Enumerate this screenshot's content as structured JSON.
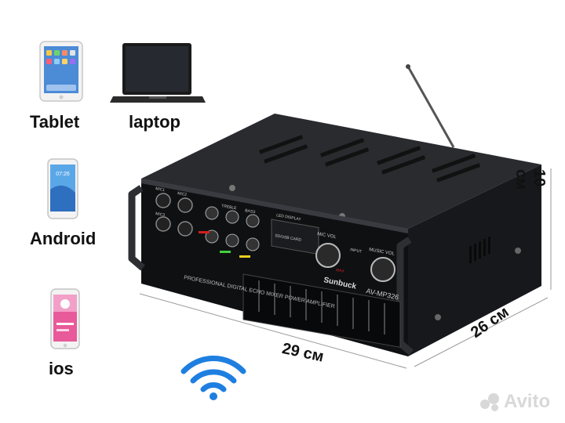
{
  "devices": {
    "tablet": "Tablet",
    "laptop": "laptop",
    "android": "Android",
    "ios": "ios"
  },
  "dimensions": {
    "width": "29 см",
    "depth": "26 см",
    "height": "10 см"
  },
  "product": {
    "brand": "Sunbuck",
    "model": "AV-MP326",
    "front_caption": "PROFESSIONAL DIGITAL ECHO MIXER POWER AMPLIFIER",
    "labels": {
      "mic1": "MIC1",
      "mic2": "MIC2",
      "mic3": "MIC3",
      "mic_vol": "MIC VOL",
      "music_vol": "MUSIC VOL",
      "treble": "TREBLE",
      "bass": "BASS",
      "input": "INPUT",
      "led_display": "LED DISPLAY",
      "sd_card": "SD/USB CARD",
      "max": "MAX"
    }
  },
  "watermark": "Avito",
  "colors": {
    "amp_body": "#1c1d20",
    "amp_front": "#111214",
    "wifi_blue": "#1e7fe0",
    "accent_red": "#d21d1d"
  }
}
